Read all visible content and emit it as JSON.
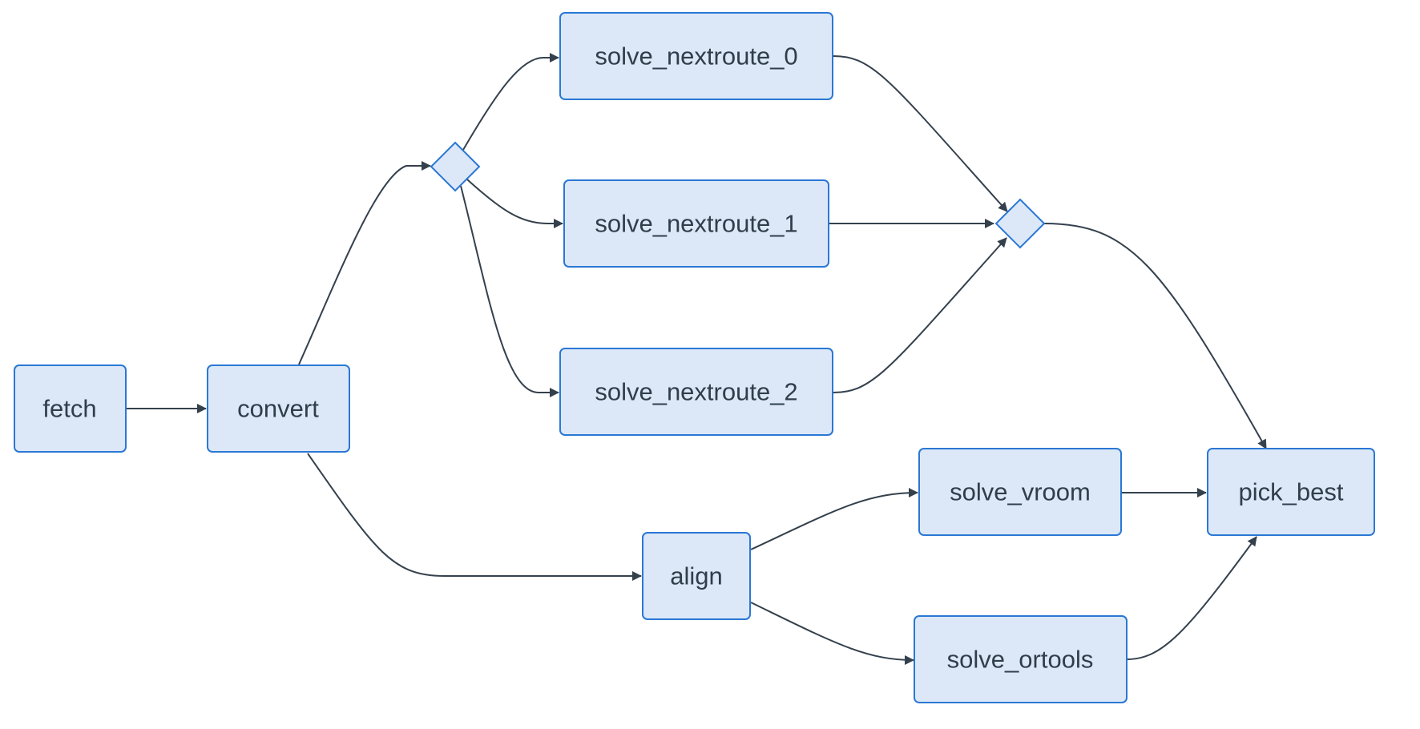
{
  "diagram": {
    "colors": {
      "node_fill": "#dce8f8",
      "node_stroke": "#2a78d4",
      "edge": "#34414d",
      "text": "#2f3e4b"
    },
    "nodes": {
      "fetch": "fetch",
      "convert": "convert",
      "solve_nextroute_0": "solve_nextroute_0",
      "solve_nextroute_1": "solve_nextroute_1",
      "solve_nextroute_2": "solve_nextroute_2",
      "align": "align",
      "solve_vroom": "solve_vroom",
      "solve_ortools": "solve_ortools",
      "pick_best": "pick_best"
    },
    "edges": [
      [
        "fetch",
        "convert"
      ],
      [
        "convert",
        "fork"
      ],
      [
        "fork",
        "solve_nextroute_0"
      ],
      [
        "fork",
        "solve_nextroute_1"
      ],
      [
        "fork",
        "solve_nextroute_2"
      ],
      [
        "solve_nextroute_0",
        "join"
      ],
      [
        "solve_nextroute_1",
        "join"
      ],
      [
        "solve_nextroute_2",
        "join"
      ],
      [
        "join",
        "pick_best"
      ],
      [
        "convert",
        "align"
      ],
      [
        "align",
        "solve_vroom"
      ],
      [
        "align",
        "solve_ortools"
      ],
      [
        "solve_vroom",
        "pick_best"
      ],
      [
        "solve_ortools",
        "pick_best"
      ]
    ]
  }
}
